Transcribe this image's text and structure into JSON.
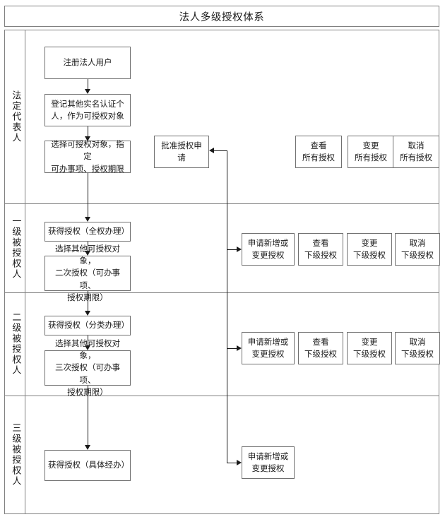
{
  "diagram": {
    "title": "法人多级授权体系",
    "lanes": [
      {
        "id": "legal-representative",
        "label": "法定代表人",
        "nodes": [
          {
            "id": "register-legal-user",
            "text": "注册法人用户"
          },
          {
            "id": "register-verified-persons",
            "text": "登记其他实名认证个\n人，作为可授权对象"
          },
          {
            "id": "select-grantee-specify",
            "text": "选择可授权对象，指定\n可办事项、授权期限"
          },
          {
            "id": "approve-authorization-request",
            "text": "批准授权申请"
          },
          {
            "id": "view-all-auth",
            "text": "查看\n所有授权"
          },
          {
            "id": "change-all-auth",
            "text": "变更\n所有授权"
          },
          {
            "id": "cancel-all-auth",
            "text": "取消\n所有授权"
          }
        ]
      },
      {
        "id": "level-1-grantee",
        "label": "一级被授权人",
        "nodes": [
          {
            "id": "obtain-auth-full",
            "text": "获得授权（全权办理）"
          },
          {
            "id": "select-other-second-auth",
            "text": "选择其他可授权对象，\n二次授权（可办事项、\n授权期限）"
          },
          {
            "id": "apply-add-or-change-auth-1",
            "text": "申请新增或\n变更授权"
          },
          {
            "id": "view-sub-auth-1",
            "text": "查看\n下级授权"
          },
          {
            "id": "change-sub-auth-1",
            "text": "变更\n下级授权"
          },
          {
            "id": "cancel-sub-auth-1",
            "text": "取消\n下级授权"
          }
        ]
      },
      {
        "id": "level-2-grantee",
        "label": "二级被授权人",
        "nodes": [
          {
            "id": "obtain-auth-category",
            "text": "获得授权（分类办理）"
          },
          {
            "id": "select-other-third-auth",
            "text": "选择其他可授权对象，\n三次授权（可办事项、\n授权期限）"
          },
          {
            "id": "apply-add-or-change-auth-2",
            "text": "申请新增或\n变更授权"
          },
          {
            "id": "view-sub-auth-2",
            "text": "查看\n下级授权"
          },
          {
            "id": "change-sub-auth-2",
            "text": "变更\n下级授权"
          },
          {
            "id": "cancel-sub-auth-2",
            "text": "取消\n下级授权"
          }
        ]
      },
      {
        "id": "level-3-grantee",
        "label": "三级被授权人",
        "nodes": [
          {
            "id": "obtain-auth-execute",
            "text": "获得授权（具体经办）"
          },
          {
            "id": "apply-add-or-change-auth-3",
            "text": "申请新增或\n变更授权"
          }
        ]
      }
    ],
    "colors": {
      "frame": "#808080",
      "node_border": "#707070",
      "connector": "#1a1a1a",
      "text": "#1a1a1a",
      "background": "#ffffff"
    }
  }
}
